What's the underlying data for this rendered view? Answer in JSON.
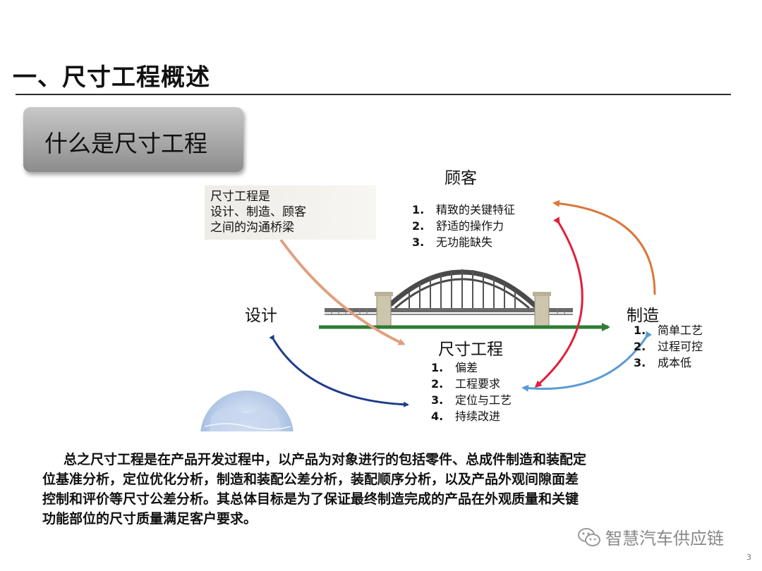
{
  "header": {
    "title": "一、尺寸工程概述"
  },
  "subtitle": {
    "text": "什么是尺寸工程"
  },
  "callout": {
    "lines": [
      "尺寸工程是",
      "设计、制造、顾客",
      "之间的沟通桥梁"
    ]
  },
  "diagram": {
    "customer": {
      "label": "顾客",
      "items": [
        {
          "num": "1.",
          "text": "精致的关键特征"
        },
        {
          "num": "2.",
          "text": "舒适的操作力"
        },
        {
          "num": "3.",
          "text": "无功能缺失"
        }
      ]
    },
    "design": {
      "label": "设计"
    },
    "manufacturing": {
      "label": "制造",
      "items": [
        {
          "num": "1.",
          "text": "简单工艺"
        },
        {
          "num": "2.",
          "text": "过程可控"
        },
        {
          "num": "3.",
          "text": "成本低"
        }
      ]
    },
    "dimensional": {
      "label": "尺寸工程",
      "items": [
        {
          "num": "1.",
          "text": "偏差"
        },
        {
          "num": "2.",
          "text": "工程要求"
        },
        {
          "num": "3.",
          "text": "定位与工艺"
        },
        {
          "num": "4.",
          "text": "持续改进"
        }
      ]
    }
  },
  "summary": {
    "lines": [
      "总之尺寸工程是在产品开发过程中，以产品为对象进行的包括零件、总成件制造和装配定",
      "位基准分析，定位优化分析，制造和装配公差分析，装配顺序分析，以及产品外观间隙面差",
      "控制和评价等尺寸公差分析。其总体目标是为了保证最终制造完成的产品在外观质量和关键",
      "功能部位的尺寸质量满足客户要求。"
    ]
  },
  "watermark": {
    "icon": "wechat-icon",
    "text": "智慧汽车供应链"
  },
  "page": {
    "number": "3"
  },
  "colors": {
    "design_mfg_arrow": "#1f3c8a",
    "customer_mfg_arrow": "#d9783a",
    "customer_dim_arrow": "#e0203a",
    "mfg_dim_arrow": "#5b9bd5",
    "bridge_line": "#2e7d32"
  }
}
